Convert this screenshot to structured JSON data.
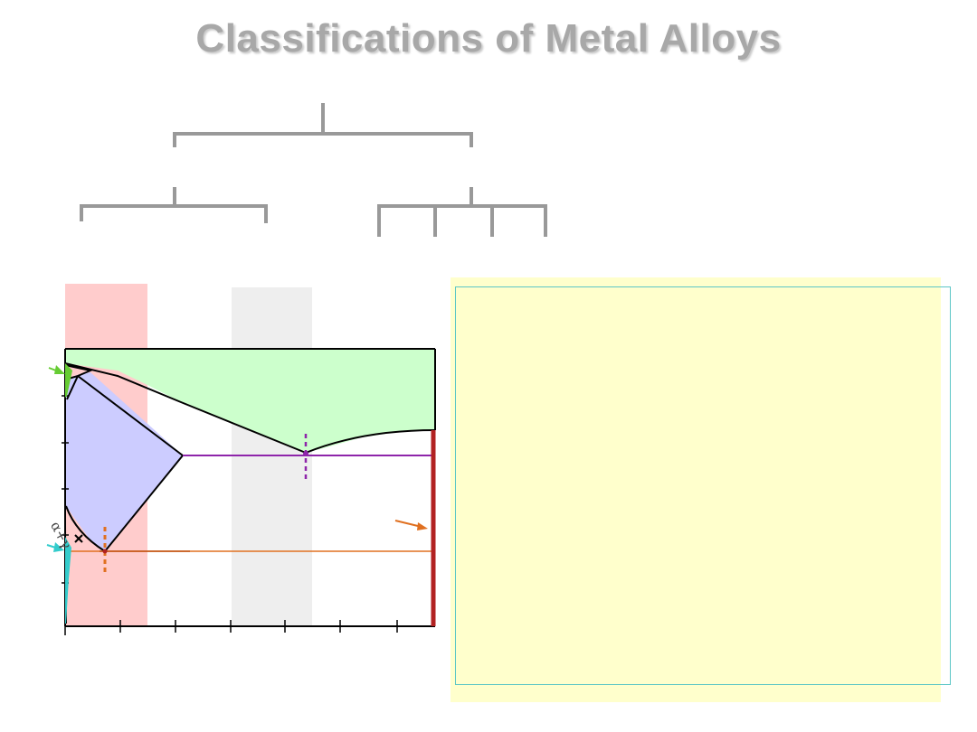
{
  "title": "Classifications of Metal Alloys",
  "colors": {
    "title": "#a8a8a8",
    "tree_line": "#999999",
    "pink_band": "#ffcccc",
    "gray_band": "#eeeeee",
    "liquid_region": "#ccffcc",
    "austenite_region": "#ccccff",
    "eutectic_marker": "#8e24aa",
    "eutectoid_marker": "#e07020",
    "cementite_line": "#b22222",
    "green_arrow": "#66cc33",
    "cyan_arrow": "#33cccc",
    "note_fill": "#ffffcc",
    "note_border": "#5cc6c6"
  },
  "diagram": {
    "phase_label_alpha_gamma": "α+γ",
    "x_ticks": 8,
    "y_ticks": 6
  }
}
